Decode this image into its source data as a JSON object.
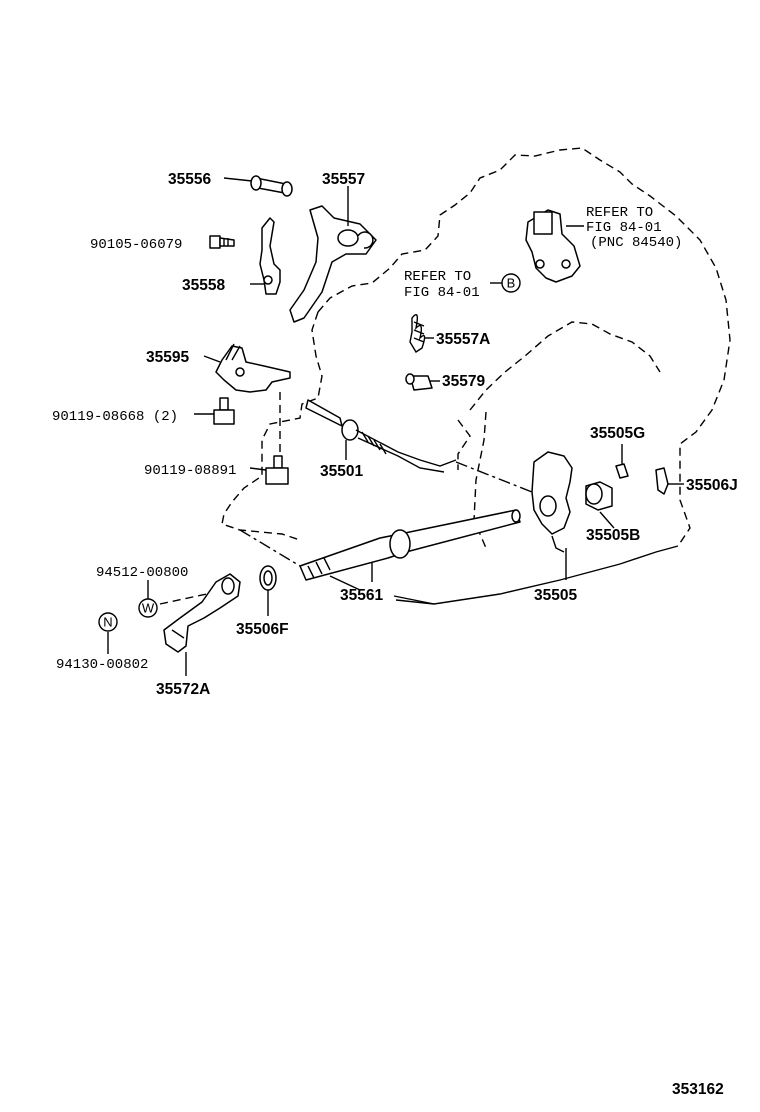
{
  "labels": {
    "p35556": "35556",
    "p35557": "35557",
    "p90105": "90105-06079",
    "p35558": "35558",
    "p35595": "35595",
    "p90119a": "90119-08668 (2)",
    "p90119b": "90119-08891",
    "p35557A": "35557A",
    "p35579": "35579",
    "p35501": "35501",
    "p35505G": "35505G",
    "p35506J": "35506J",
    "p35505B": "35505B",
    "p35505": "35505",
    "p35561": "35561",
    "p35506F": "35506F",
    "p94512": "94512-00800",
    "p94130": "94130-00802",
    "p35572A": "35572A"
  },
  "refer_a": {
    "line1": "REFER TO",
    "line2": "FIG 84-01",
    "line3": "(PNC 84540)"
  },
  "refer_b": {
    "line1": "REFER TO",
    "line2": "FIG 84-01"
  },
  "circles": {
    "b": "B",
    "w": "W",
    "n": "N"
  },
  "figure_id": "353162"
}
